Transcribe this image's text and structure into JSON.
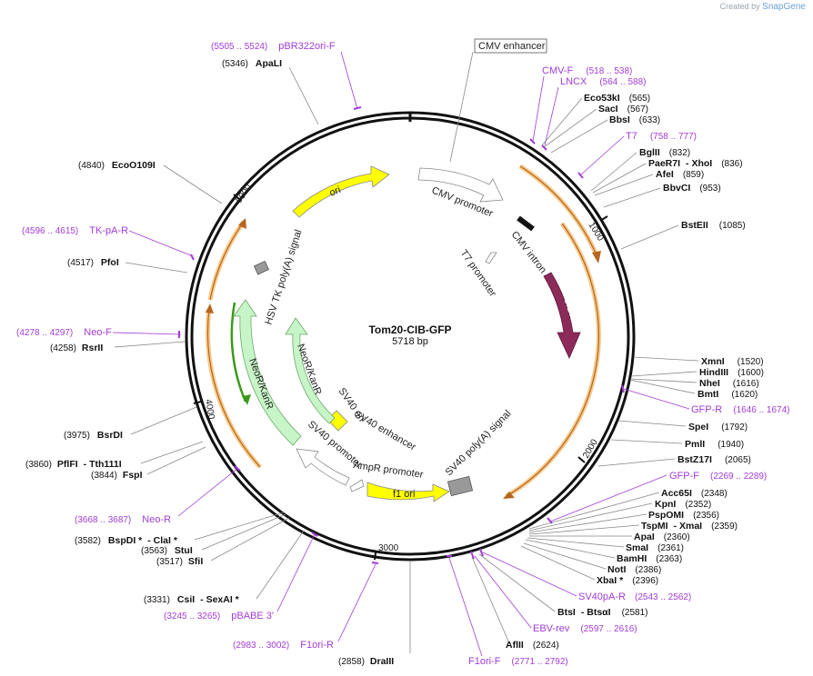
{
  "credit": {
    "prefix": "Created by",
    "brand": "SnapGene"
  },
  "plasmid": {
    "name": "Tom20-CIB-GFP",
    "size": "5718 bp",
    "length": 5718
  },
  "colors": {
    "primer": "#a23cd6",
    "orf_yellow": "#ffff00",
    "orf_green": "#c8f5c8",
    "cibn": "#8c2a5a",
    "orf_highlight": "#f7c98a",
    "orf_line": "#b5651d"
  },
  "ticks": [
    "1000",
    "2000",
    "3000",
    "4000",
    "5000"
  ],
  "features": {
    "cmv_enhancer": "CMV enhancer",
    "cmv_promoter": "CMV promoter",
    "cmv_intron": "CMV intron",
    "t7_promoter": "T7 promoter",
    "cibn": "CIBN",
    "ori": "ori",
    "hsv_tk": "HSV TK poly(A) signal",
    "neokan_outer": "NeoR/KanR",
    "neokan_inner": "NeoR/KanR",
    "sv40_ori": "SV40 ori",
    "sv40_enhancer": "SV40 enhancer",
    "sv40_promoter": "SV40 promoter",
    "ampr_promoter": "AmpR promoter",
    "f1_ori": "f1 ori",
    "sv40_polya": "SV40 poly(A) signal"
  },
  "sites": [
    {
      "name": "Eco53kI",
      "pos": "(565)"
    },
    {
      "name": "SacI",
      "pos": "(567)"
    },
    {
      "name": "BbsI",
      "pos": "(633)"
    },
    {
      "name": "BglII",
      "pos": "(832)"
    },
    {
      "name": "PaeR7I",
      "pos": "(836)",
      "alt": "- XhoI"
    },
    {
      "name": "AfeI",
      "pos": "(859)"
    },
    {
      "name": "BbvCI",
      "pos": "(953)"
    },
    {
      "name": "BstEII",
      "pos": "(1085)"
    },
    {
      "name": "XmnI",
      "pos": "(1520)"
    },
    {
      "name": "HindIII",
      "pos": "(1600)"
    },
    {
      "name": "NheI",
      "pos": "(1616)"
    },
    {
      "name": "BmtI",
      "pos": "(1620)"
    },
    {
      "name": "SpeI",
      "pos": "(1792)"
    },
    {
      "name": "PmlI",
      "pos": "(1940)"
    },
    {
      "name": "BstZ17I",
      "pos": "(2065)"
    },
    {
      "name": "Acc65I",
      "pos": "(2348)"
    },
    {
      "name": "KpnI",
      "pos": "(2352)"
    },
    {
      "name": "PspOMI",
      "pos": "(2356)"
    },
    {
      "name": "TspMI",
      "pos": "(2359)",
      "alt": "- XmaI"
    },
    {
      "name": "ApaI",
      "pos": "(2360)"
    },
    {
      "name": "SmaI",
      "pos": "(2361)"
    },
    {
      "name": "BamHI",
      "pos": "(2363)"
    },
    {
      "name": "NotI",
      "pos": "(2386)"
    },
    {
      "name": "XbaI *",
      "pos": "(2396)"
    },
    {
      "name": "BtsI",
      "pos": "(2581)",
      "alt": "- BtsαI"
    },
    {
      "name": "AflII",
      "pos": "(2624)"
    },
    {
      "name": "DraIII",
      "pos": "(2858)"
    },
    {
      "name": "CsiI",
      "pos": "(3331)",
      "alt": "- SexAI *"
    },
    {
      "name": "SfiI",
      "pos": "(3517)"
    },
    {
      "name": "StuI",
      "pos": "(3563)"
    },
    {
      "name": "BspDI *",
      "pos": "(3582)",
      "alt": "- ClaI *"
    },
    {
      "name": "FspI",
      "pos": "(3844)"
    },
    {
      "name": "PflFI",
      "pos": "(3860)",
      "alt": "- Tth111I"
    },
    {
      "name": "BsrDI",
      "pos": "(3975)"
    },
    {
      "name": "RsrII",
      "pos": "(4258)"
    },
    {
      "name": "PfoI",
      "pos": "(4517)"
    },
    {
      "name": "EcoO109I",
      "pos": "(4840)"
    },
    {
      "name": "ApaLI",
      "pos": "(5346)"
    }
  ],
  "primers": [
    {
      "name": "CMV-F",
      "pos": "(518 .. 538)"
    },
    {
      "name": "LNCX",
      "pos": "(564 .. 588)"
    },
    {
      "name": "T7",
      "pos": "(758 .. 777)"
    },
    {
      "name": "GFP-R",
      "pos": "(1646 .. 1674)"
    },
    {
      "name": "GFP-F",
      "pos": "(2269 .. 2289)"
    },
    {
      "name": "SV40pA-R",
      "pos": "(2543 .. 2562)"
    },
    {
      "name": "EBV-rev",
      "pos": "(2597 .. 2616)"
    },
    {
      "name": "F1ori-F",
      "pos": "(2771 .. 2792)"
    },
    {
      "name": "F1ori-R",
      "pos": "(2983 .. 3002)"
    },
    {
      "name": "pBABE 3'",
      "pos": "(3245 .. 3265)"
    },
    {
      "name": "Neo-R",
      "pos": "(3668 .. 3687)"
    },
    {
      "name": "Neo-F",
      "pos": "(4278 .. 4297)"
    },
    {
      "name": "TK-pA-R",
      "pos": "(4596 .. 4615)"
    },
    {
      "name": "pBR322ori-F",
      "pos": "(5505 .. 5524)"
    }
  ]
}
